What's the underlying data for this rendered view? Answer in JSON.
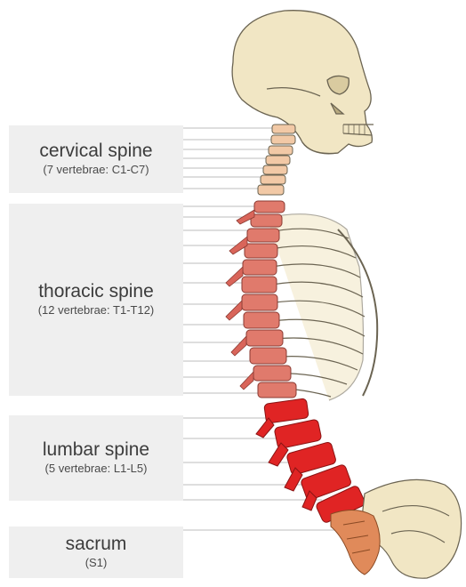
{
  "regions": [
    {
      "id": "cervical",
      "title": "cervical spine",
      "subtitle": "(7 vertebrae: C1-C7)",
      "color": "#f2c9a6"
    },
    {
      "id": "thoracic",
      "title": "thoracic spine",
      "subtitle": "(12 vertebrae: T1-T12)",
      "color": "#e07a6c"
    },
    {
      "id": "lumbar",
      "title": "lumbar spine",
      "subtitle": "(5 vertebrae: L1-L5)",
      "color": "#e02424"
    },
    {
      "id": "sacrum",
      "title": "sacrum",
      "subtitle": "(S1)",
      "color": "#e08a5a"
    }
  ],
  "colors": {
    "bone": "#f1e6c4",
    "bone_outline": "#6b6452",
    "label_background": "#efefef",
    "leader_line": "#bdbdbd"
  }
}
